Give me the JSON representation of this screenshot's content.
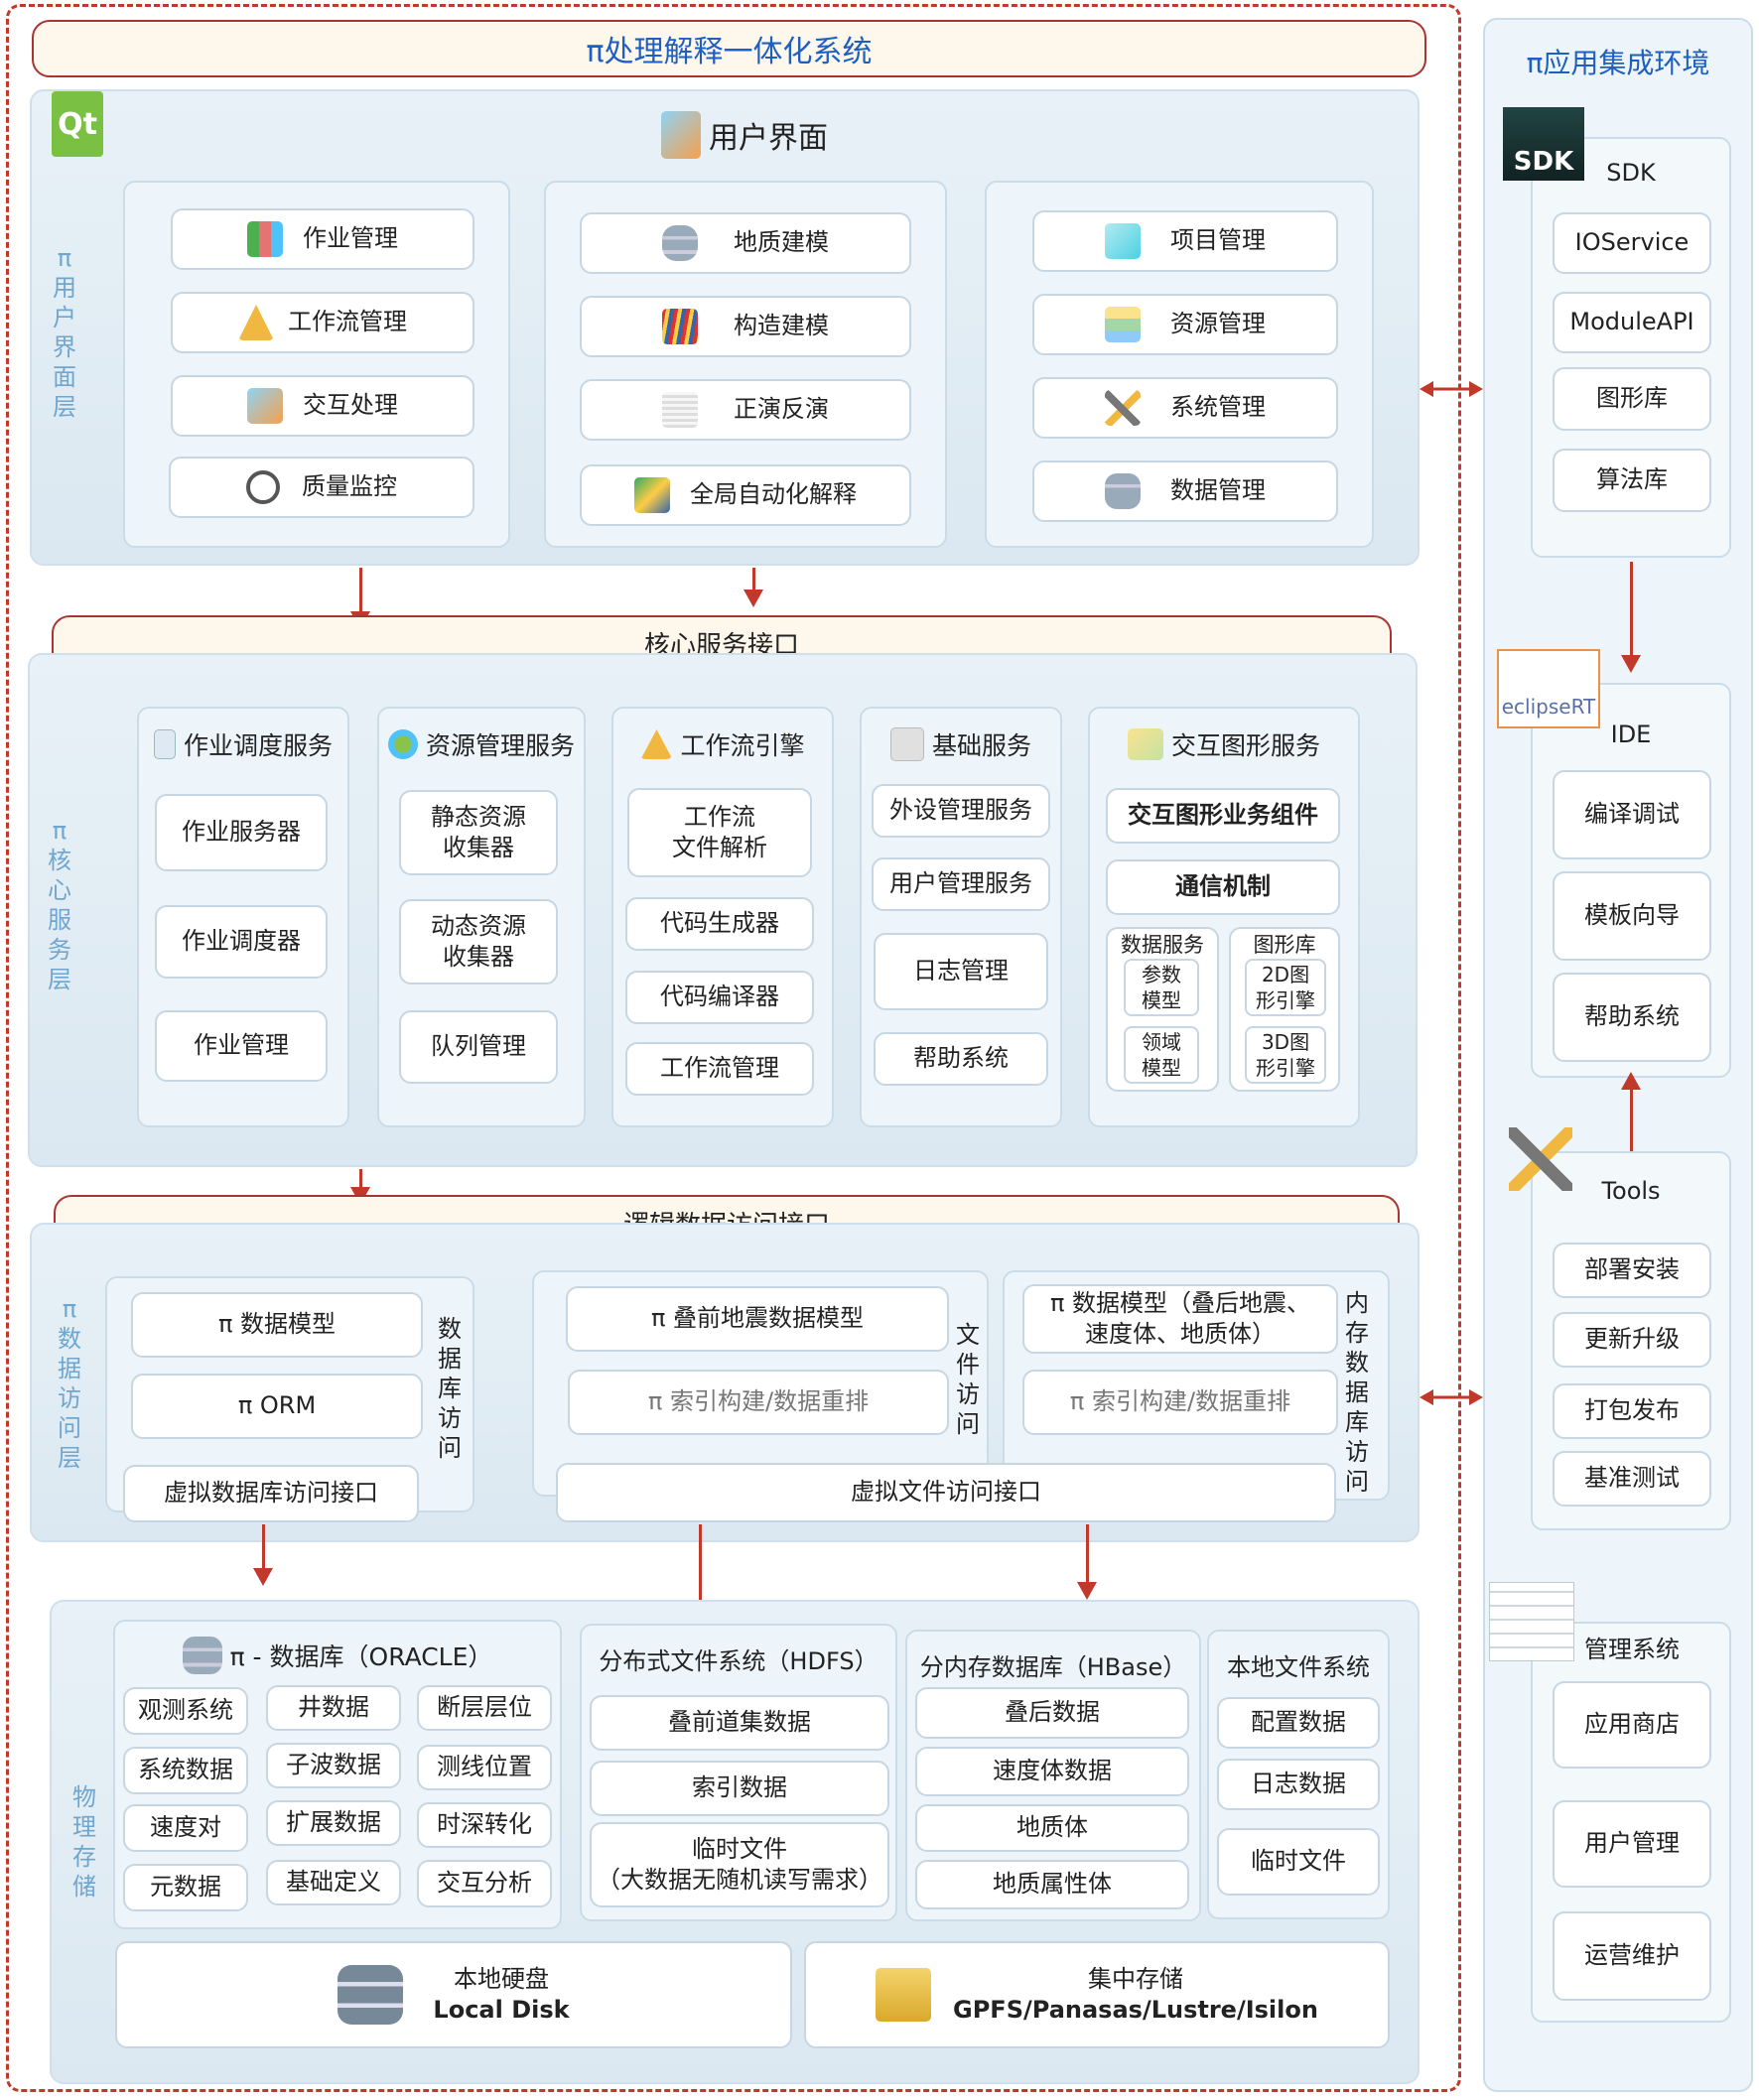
{
  "system_title": "π处理解释一体化系统",
  "app_env_title": "π应用集成环境",
  "ui_layer": {
    "side_label": "π\n用\n户\n界\n面\n层",
    "header": "用户界面",
    "logo_text": "Qt",
    "col1": [
      "作业管理",
      "工作流管理",
      "交互处理",
      "质量监控"
    ],
    "col2": [
      "地质建模",
      "构造建模",
      "正演反演",
      "全局自动化解释"
    ],
    "col3": [
      "项目管理",
      "资源管理",
      "系统管理",
      "数据管理"
    ]
  },
  "core_interface": "核心服务接口",
  "core_layer": {
    "side_label": "π\n核\n心\n服\n务\n层",
    "job_scheduling": {
      "title": "作业调度服务",
      "items": [
        "作业服务器",
        "作业调度器",
        "作业管理"
      ]
    },
    "resource_mgmt": {
      "title": "资源管理服务",
      "items": [
        "静态资源\n收集器",
        "动态资源\n收集器",
        "队列管理"
      ]
    },
    "workflow_engine": {
      "title": "工作流引擎",
      "items": [
        "工作流\n文件解析",
        "代码生成器",
        "代码编译器",
        "工作流管理"
      ]
    },
    "basic_services": {
      "title": "基础服务",
      "items": [
        "外设管理服务",
        "用户管理服务",
        "日志管理",
        "帮助系统"
      ]
    },
    "graphics_services": {
      "title": "交互图形服务",
      "component": "交互图形业务组件",
      "comm": "通信机制",
      "data_service": {
        "title": "数据服务",
        "items": [
          "参数\n模型",
          "领域\n模型"
        ]
      },
      "graphics_lib": {
        "title": "图形库",
        "items": [
          "2D图\n形引擎",
          "3D图\n形引擎"
        ]
      }
    }
  },
  "logic_interface": "逻辑数据访问接口",
  "data_layer": {
    "side_label": "π\n数\n据\n访\n问\n层",
    "db_access": {
      "items": [
        "π 数据模型",
        "π   ORM"
      ],
      "vlabel": "数\n据\n库\n访\n问",
      "virtual": "虚拟数据库访问接口"
    },
    "file_access": {
      "items": [
        "π 叠前地震数据模型",
        "π 索引构建/数据重排"
      ],
      "vlabel": "文\n件\n访\n问",
      "virtual": "虚拟文件访问接口"
    },
    "mem_access": {
      "items": [
        "π 数据模型（叠后地震、\n速度体、地质体）",
        "π 索引构建/数据重排"
      ],
      "vlabel": "内\n存\n数\n据\n库\n访\n问"
    }
  },
  "storage_layer": {
    "side_label": "物\n理\n存\n储",
    "db": {
      "title": "π - 数据库（ORACLE）",
      "items": [
        "观测系统",
        "井数据",
        "断层层位",
        "系统数据",
        "子波数据",
        "测线位置",
        "速度对",
        "扩展数据",
        "时深转化",
        "元数据",
        "基础定义",
        "交互分析"
      ]
    },
    "hdfs": {
      "title": "分布式文件系统（HDFS）",
      "items": [
        "叠前道集数据",
        "索引数据",
        "临时文件\n（大数据无随机读写需求）"
      ]
    },
    "hbase": {
      "title": "分内存数据库（HBase）",
      "items": [
        "叠后数据",
        "速度体数据",
        "地质体",
        "地质属性体"
      ]
    },
    "local_fs": {
      "title": "本地文件系统",
      "items": [
        "配置数据",
        "日志数据",
        "临时文件"
      ]
    },
    "local_disk": {
      "cn": "本地硬盘",
      "en": "Local Disk"
    },
    "central": {
      "cn": "集中存储",
      "en": "GPFS/Panasas/Lustre/Isilon"
    }
  },
  "sdk": {
    "logo": "SDK",
    "title": "SDK",
    "items": [
      "IOService",
      "ModuleAPI",
      "图形库",
      "算法库"
    ]
  },
  "ide": {
    "logo": "eclipseRT",
    "title": "IDE",
    "items": [
      "编译调试",
      "模板向导",
      "帮助系统"
    ]
  },
  "tools": {
    "title": "Tools",
    "items": [
      "部署安装",
      "更新升级",
      "打包发布",
      "基准测试"
    ]
  },
  "mgmt": {
    "title": "管理系统",
    "items": [
      "应用商店",
      "用户管理",
      "运营维护"
    ]
  },
  "colors": {
    "frame": "#c0392b",
    "accent_blue": "#1f5fbf",
    "layer_label": "#6fa6cf"
  }
}
